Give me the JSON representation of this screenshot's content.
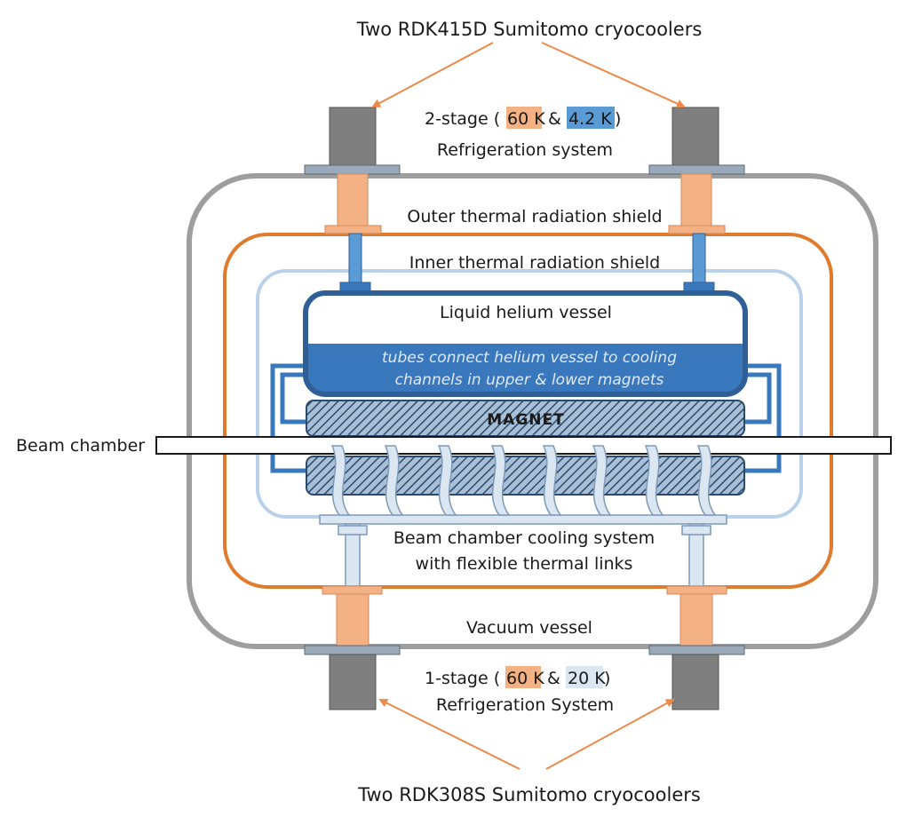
{
  "labels": {
    "top_cryocoolers": "Two RDK415D Sumitomo cryocoolers",
    "top_stage_prefix": "2-stage (",
    "top_temp1": "60 K",
    "top_amp": " & ",
    "top_temp2": "4.2 K",
    "top_stage_suffix": ")",
    "top_refrig": "Refrigeration system",
    "outer_shield": "Outer thermal radiation shield",
    "inner_shield": "Inner thermal radiation shield",
    "he_vessel": "Liquid helium vessel",
    "tubes_line1": "tubes connect helium vessel to cooling",
    "tubes_line2": "channels in upper & lower magnets",
    "magnet": "MAGNET",
    "beam_chamber": "Beam chamber",
    "bc_cooling_line1": "Beam chamber cooling system",
    "bc_cooling_line2": "with flexible thermal links",
    "vacuum_vessel": "Vacuum vessel",
    "bot_stage_prefix": "1-stage (",
    "bot_temp1": "60 K",
    "bot_amp": " & ",
    "bot_temp2": "20 K",
    "bot_stage_suffix": ")",
    "bot_refrig": "Refrigeration System",
    "bottom_cryocoolers": "Two RDK308S Sumitomo cryocoolers"
  },
  "colors": {
    "vacuum_vessel": "#9e9e9e",
    "outer_shield": "#e07b2e",
    "inner_shield": "#b9d2ea",
    "he_vessel": "#2f5f95",
    "he_liquid": "#3a78bd",
    "stage_60k": "#f4b183",
    "stage_4k": "#5b9bd5",
    "stage_20k": "#dbe6f3",
    "cryocooler_head": "#7f7f7f",
    "arrow": "#ec8a4c"
  }
}
